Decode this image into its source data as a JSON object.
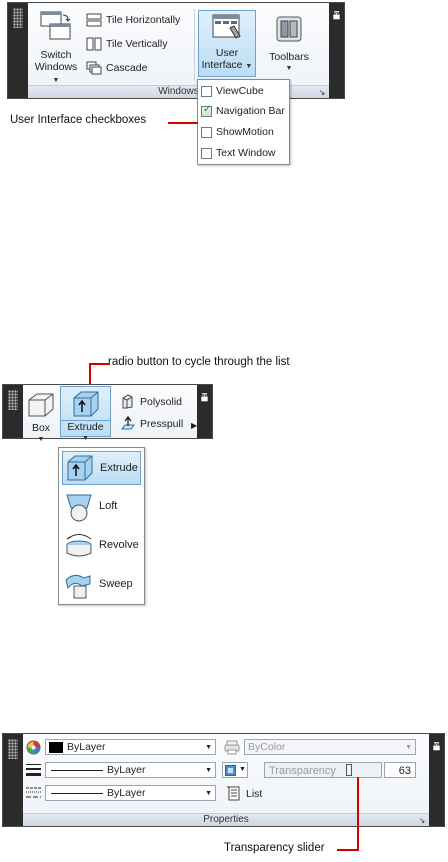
{
  "windows_panel": {
    "title": "Windows",
    "switch_windows": {
      "line1": "Switch",
      "line2": "Windows"
    },
    "tile_horizontally": "Tile Horizontally",
    "tile_vertically": "Tile Vertically",
    "cascade": "Cascade",
    "user_interface": {
      "line1": "User",
      "line2": "Interface"
    },
    "toolbars": "Toolbars"
  },
  "ui_menu": [
    {
      "label": "ViewCube",
      "checked": false
    },
    {
      "label": "Navigation Bar",
      "checked": true
    },
    {
      "label": "ShowMotion",
      "checked": false
    },
    {
      "label": "Text Window",
      "checked": false
    }
  ],
  "callouts": {
    "ui_checkboxes": "User Interface checkboxes",
    "radio_button": "radio button to cycle through the list",
    "transparency_slider": "Transparency slider"
  },
  "modeling_panel": {
    "box": "Box",
    "extrude": "Extrude",
    "polysolid": "Polysolid",
    "presspull": "Presspull"
  },
  "extrude_menu": [
    "Extrude",
    "Loft",
    "Revolve",
    "Sweep"
  ],
  "properties_panel": {
    "title": "Properties",
    "color_value": "ByLayer",
    "lineweight_value": "ByLayer",
    "linetype_value": "ByLayer",
    "plot_style_value": "ByColor",
    "transparency_label": "Transparency",
    "transparency_value": "63",
    "list_label": "List"
  },
  "colors": {
    "accent_red": "#d40000",
    "selected_blue": "#cde6f7"
  }
}
